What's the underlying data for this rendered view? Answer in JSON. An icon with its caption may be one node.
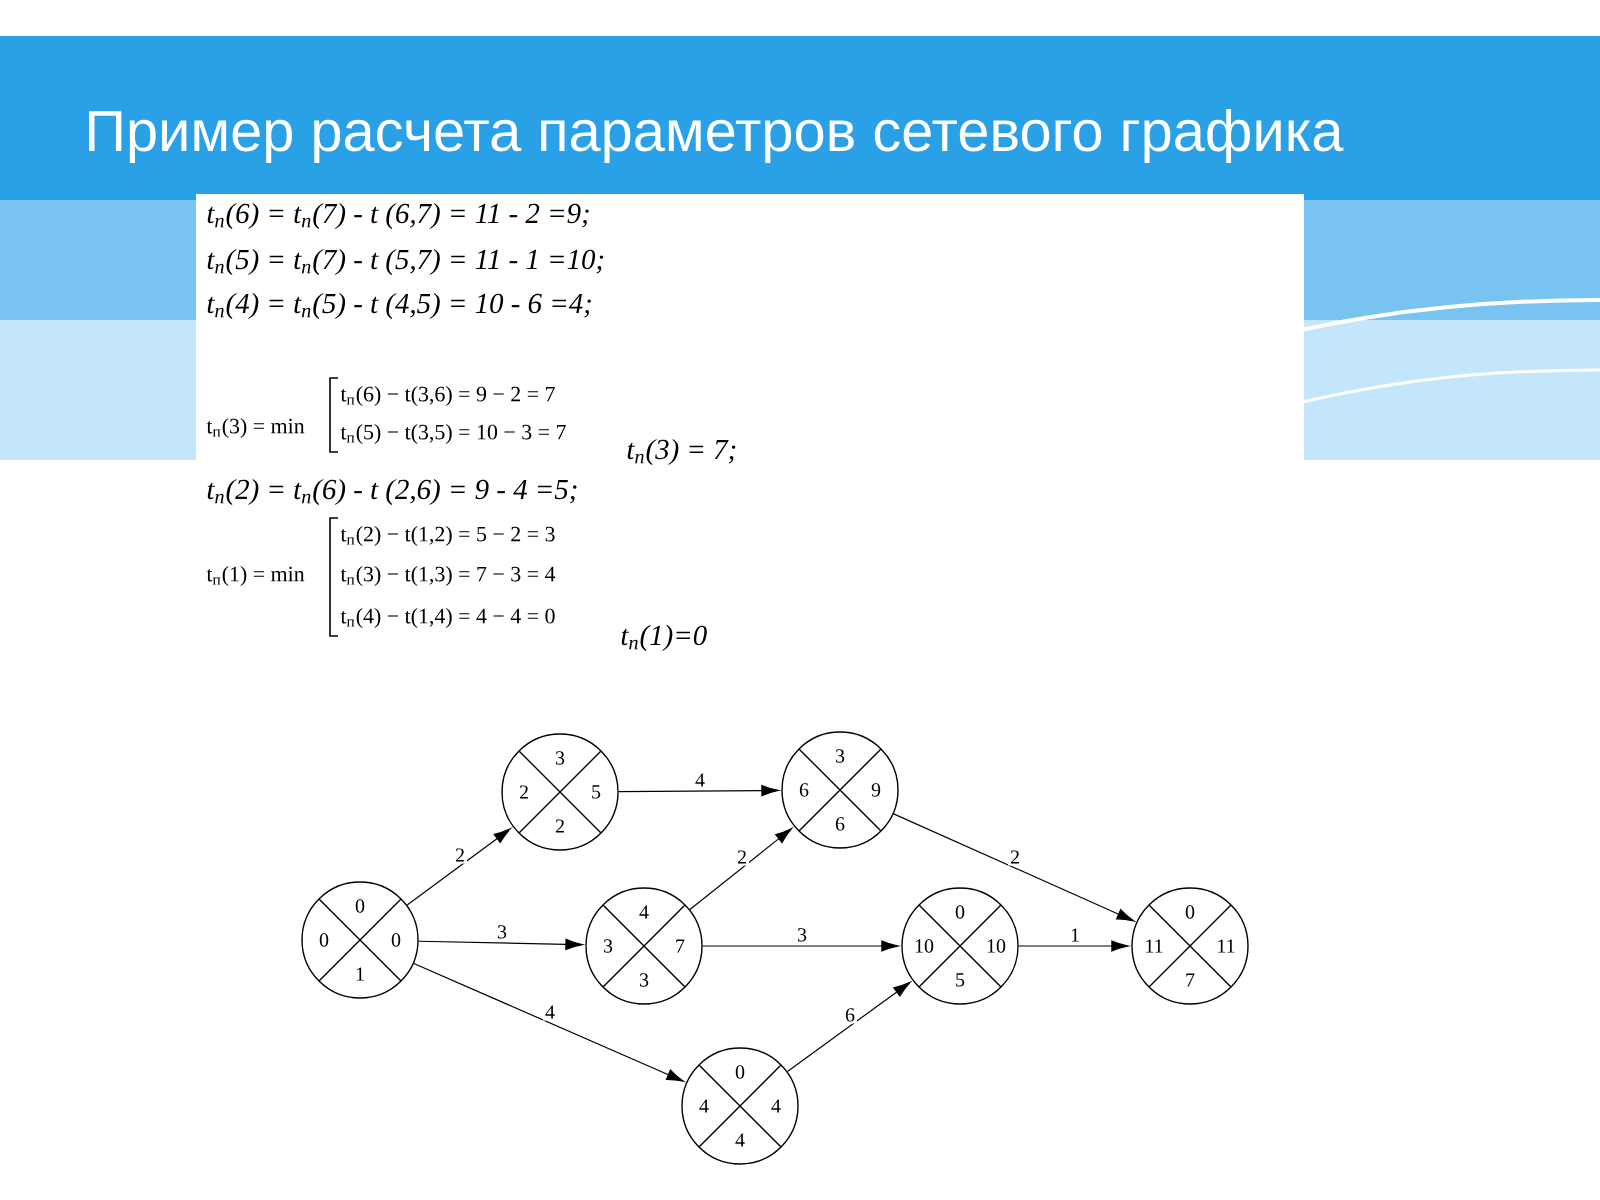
{
  "diagram": {
    "title": "Пример расчета параметров сетевого графика",
    "nodes": [
      {
        "text": [
          "0",
          "0",
          "0",
          "1"
        ]
      },
      {
        "text": [
          "3",
          "2",
          "5",
          "2"
        ]
      },
      {
        "text": [
          "4",
          "3",
          "7",
          "3"
        ]
      },
      {
        "text": [
          "0",
          "4",
          "4",
          "4"
        ]
      },
      {
        "text": [
          "3",
          "6",
          "9",
          "6"
        ]
      },
      {
        "text": [
          "0",
          "10",
          "10",
          "5"
        ]
      },
      {
        "text": [
          "0",
          "11",
          "11",
          "7"
        ]
      }
    ],
    "edges": [
      {
        "from": 0,
        "to": 1,
        "arrow": "to",
        "label": "2"
      },
      {
        "from": 0,
        "to": 2,
        "arrow": "to",
        "label": "3"
      },
      {
        "from": 0,
        "to": 3,
        "arrow": "to",
        "label": "4"
      },
      {
        "from": 1,
        "to": 4,
        "arrow": "to",
        "label": "4"
      },
      {
        "from": 2,
        "to": 4,
        "arrow": "to",
        "label": "2"
      },
      {
        "from": 2,
        "to": 5,
        "arrow": "to",
        "label": "3"
      },
      {
        "from": 3,
        "to": 5,
        "arrow": "to",
        "label": "6"
      },
      {
        "from": 4,
        "to": 6,
        "arrow": "to",
        "label": "2"
      },
      {
        "from": 5,
        "to": 6,
        "arrow": "to",
        "label": "1"
      }
    ],
    "labels": [
      "t$_{п}$(6) = t$_{п}$(7) - t (6,7) = 11 - 2 =9;",
      "t$_{п}$(5) = t$_{п}$(7) - t (5,7) = 11 - 1 =10;",
      "t$_{п}$(4) = t$_{п}$(5) - t (4,5) = 10 - 6 =4;",
      "t$_{п}$(3) = min",
      "t$_{п}$(6) − t(3,6) = 9 − 2 = 7",
      "t$_{п}$(5) − t(3,5) = 10 − 3 = 7",
      "t$_{п}$(3) = 7;",
      "t$_{п}$(2) = t$_{п}$(6) - t (2,6) = 9 - 4 =5;",
      "t$_{п}$(1) = min",
      "t$_{п}$(2) − t(1,2) = 5 − 2 = 3",
      "t$_{п}$(3) − t(1,3) = 7 − 3 = 4",
      "t$_{п}$(4) − t(1,4) = 4 − 4 = 0",
      "t$_{п}$(1)=0"
    ]
  }
}
